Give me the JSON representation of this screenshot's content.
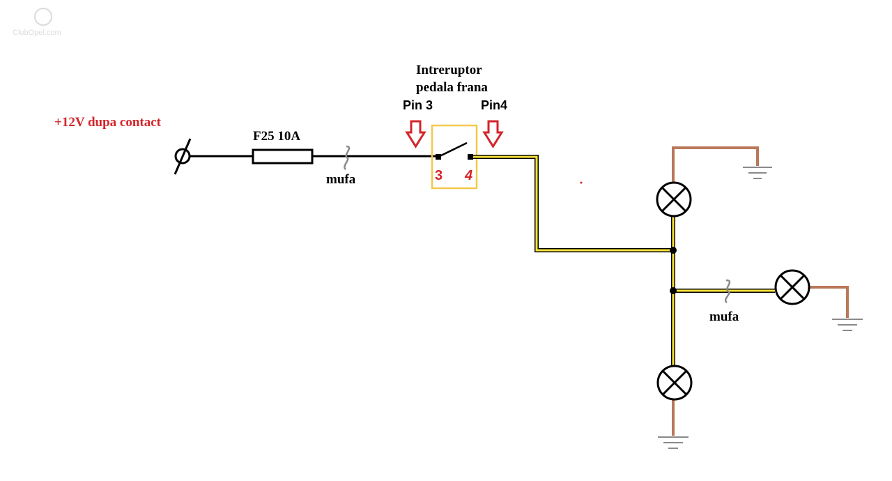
{
  "supply_label": "+12V dupa contact",
  "fuse_label": "F25  10A",
  "switch_title_line1": "Intreruptor",
  "switch_title_line2": "pedala frana",
  "pin3_label": "Pin 3",
  "pin4_label": "Pin4",
  "terminal3_label": "3",
  "terminal4_label": "4",
  "splice_label_1": "mufa",
  "splice_label_2": "mufa",
  "watermark": "ClubOpel.com",
  "colors": {
    "wire": "#000000",
    "yellow_wire": "#f7e23a",
    "ground_wire": "#b9785a",
    "accent_red": "#d3242a",
    "switch_box": "#f2c94c",
    "splice_gray": "#8a8a8a"
  }
}
